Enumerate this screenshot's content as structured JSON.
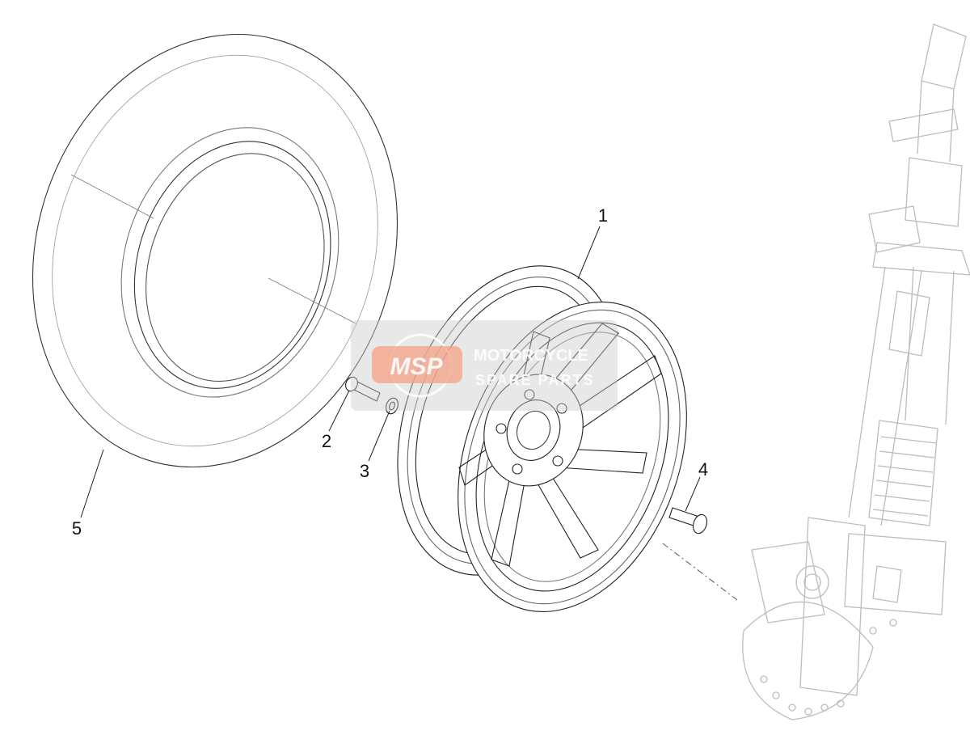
{
  "diagram": {
    "callouts": [
      {
        "id": "1",
        "label": "1"
      },
      {
        "id": "2",
        "label": "2"
      },
      {
        "id": "3",
        "label": "3"
      },
      {
        "id": "4",
        "label": "4"
      },
      {
        "id": "5",
        "label": "5"
      }
    ],
    "watermark": {
      "logo": "MSP",
      "line1": "MOTORCYCLE",
      "line2": "SPARE PARTS"
    },
    "colors": {
      "line": "#1a1a1a",
      "ghost": "#bcbcbc",
      "watermark_bg": "#cccccc",
      "watermark_logo": "#f2a58a"
    }
  }
}
